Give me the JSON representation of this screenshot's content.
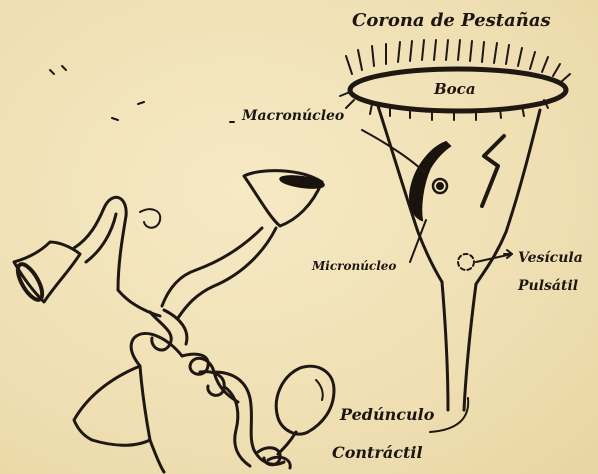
{
  "figure": {
    "labels": {
      "corona": "Corona de Pestañas",
      "boca": "Boca",
      "macronucleo": "Macronúcleo",
      "micronucleo": "Micronúcleo",
      "vesicula_1": "Vesícula",
      "vesicula_2": "Pulsátil",
      "peduncle_1": "Pedúnculo",
      "peduncle_2": "Contráctil"
    },
    "colors": {
      "paper": "#f1e3b9",
      "ink": "#1f1812"
    }
  }
}
